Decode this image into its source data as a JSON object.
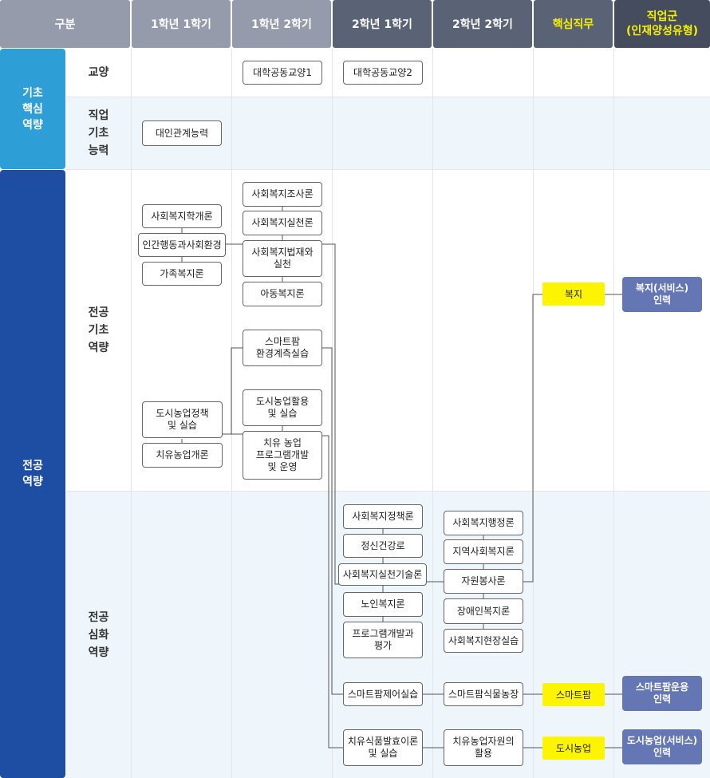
{
  "header": {
    "category": "구분",
    "y1s1": "1학년 1학기",
    "y1s2": "1학년 2학기",
    "y2s1": "2학년 1학기",
    "y2s2": "2학년 2학기",
    "core_job": "핵심직무",
    "job_group": "직업군\n(인재양성유형)"
  },
  "rows": {
    "basic_core": "기초\n핵심\n역량",
    "major": "전공\n역량",
    "liberal": "교양",
    "vocational": "직업\n기초\n능력",
    "major_basic": "전공\n기초\n역량",
    "major_advanced": "전공\n심화\n역량"
  },
  "courses": {
    "univ_liberal1": "대학공동교양1",
    "univ_liberal2": "대학공동교양2",
    "interpersonal": "대인관계능력",
    "intro_social_welfare": "사회복지학개론",
    "human_behavior": "인간행동과사회환경",
    "family_welfare": "가족복지론",
    "sw_research": "사회복지조사론",
    "sw_practice": "사회복지실천론",
    "sw_law": "사회복지법재와\n실천",
    "child_welfare": "아동복지론",
    "smartfarm_env": "스마트팜\n환경계측실습",
    "urban_agri_policy": "도시농업정책\n및 실습",
    "healing_agri_intro": "치유농업개론",
    "urban_agri_use": "도시농업활용\n및 실습",
    "healing_agri_program": "치유 농업\n프로그램개발\n및 운영",
    "sw_policy": "사회복지정책론",
    "mental_health": "정신건강로",
    "sw_practice_skill": "사회복지실천기술론",
    "elder_welfare": "노인복지론",
    "program_dev": "프로그램개발과\n평가",
    "smartfarm_control": "스마트팜제어실습",
    "healing_food": "치유식품발효이론\n및 실습",
    "sw_admin": "사회복지행정론",
    "community_welfare": "지역사회복지론",
    "volunteer": "자원봉사론",
    "disability_welfare": "장애인복지론",
    "sw_field": "사회복지현장실습",
    "smartfarm_plant": "스마트팜식물농장",
    "healing_resource": "치유농업자원의\n활용"
  },
  "core_jobs": {
    "welfare": "복지",
    "smartfarm": "스마트팜",
    "urban_agri": "도시농업"
  },
  "job_groups": {
    "welfare": "복지(서비스)\n인력",
    "smartfarm": "스마트팜운용\n인력",
    "urban_agri": "도시농업(서비스)\n인력"
  },
  "colors": {
    "header_gray": "#969bab",
    "header_dark": "#5a6275",
    "highlight_yellow": "#fcf400",
    "basic_core_blue": "#2e9fd6",
    "major_blue": "#1e4ea3",
    "job_group_blue": "#6477b4",
    "band_light": "#eef6fb"
  }
}
